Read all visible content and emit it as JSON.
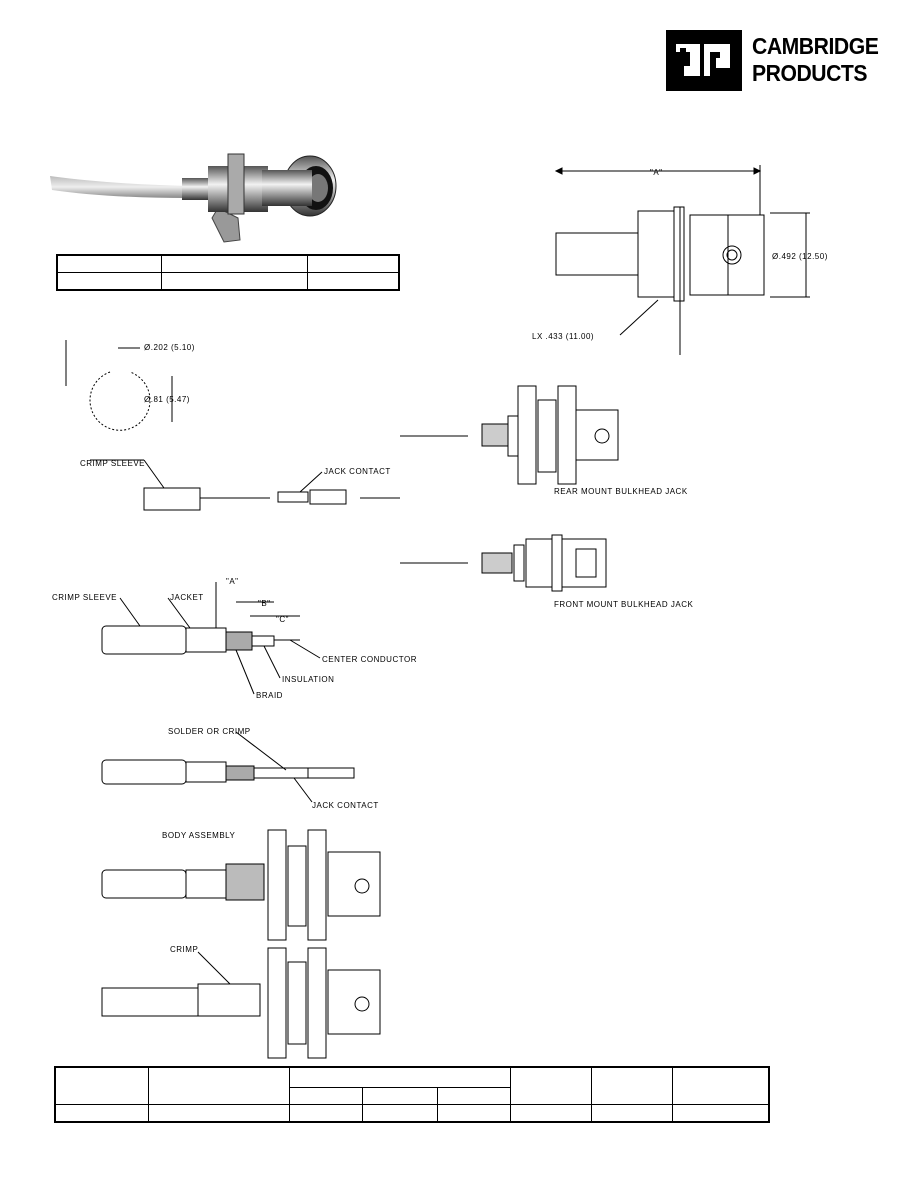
{
  "brand": {
    "name_line1": "CAMBRIDGE",
    "name_line2": "PRODUCTS",
    "logo_color": "#000000"
  },
  "dimensions_drawing": {
    "dim_a": "\"A\"",
    "dia": "Ø.492 (12.50)",
    "thread": "LX .433 (11.00)"
  },
  "cable_end": {
    "dia_small": "Ø.202 (5.10)",
    "dia_large": "Ø.81 (5.47)"
  },
  "parts": {
    "crimp_sleeve": "CRIMP SLEEVE",
    "jack_contact": "JACK CONTACT"
  },
  "variants": {
    "rear_mount": "REAR MOUNT BULKHEAD JACK",
    "front_mount": "FRONT MOUNT BULKHEAD JACK"
  },
  "assembly": {
    "step1": {
      "dim_a": "\"A\"",
      "dim_b": "\"B\"",
      "dim_c": "\"C\"",
      "crimp_sleeve": "CRIMP SLEEVE",
      "jacket": "JACKET",
      "center_conductor": "CENTER CONDUCTOR",
      "insulation": "INSULATION",
      "braid": "BRAID"
    },
    "step2": {
      "solder_or_crimp": "SOLDER OR CRIMP",
      "jack_contact": "JACK CONTACT"
    },
    "step3": {
      "body_assembly": "BODY ASSEMBLY"
    },
    "step4": {
      "crimp": "CRIMP"
    }
  }
}
